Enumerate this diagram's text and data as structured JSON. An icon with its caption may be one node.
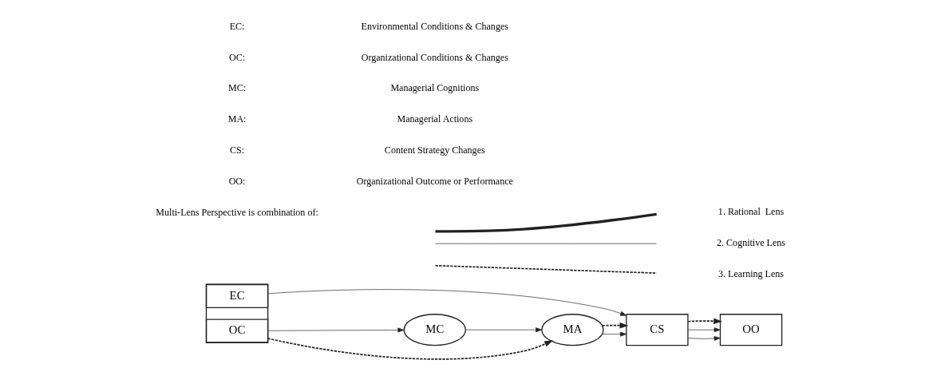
{
  "diagram": {
    "nodes": [
      {
        "text": [],
        "shape": "box"
      },
      {
        "text": [
          "EC"
        ],
        "in": 0
      },
      {
        "text": [
          "OC"
        ],
        "in": 0
      },
      {
        "text": [
          "MC"
        ]
      },
      {
        "text": [
          "MA"
        ]
      },
      {
        "text": [
          "CS"
        ]
      },
      {
        "text": [
          "OO"
        ]
      }
    ],
    "edges": [
      {
        "from": 1,
        "to": 5,
        "arrow": "to"
      },
      {
        "from": 0,
        "to": 3,
        "arrow": "to"
      },
      {
        "from": 3,
        "to": 4,
        "arrow": "to"
      },
      {
        "from": 2,
        "to": 4,
        "arrow": "to",
        "style": "dashed"
      },
      {
        "from": 4,
        "to": 5,
        "arrow": "to"
      },
      {
        "from": 4,
        "to": 5,
        "arrow": "to",
        "style": "dashed"
      },
      {
        "from": 5,
        "to": 6,
        "arrow": "to"
      },
      {
        "from": 5,
        "to": 6,
        "arrow": "to"
      },
      {
        "from": 5,
        "to": 6,
        "arrow": "to",
        "style": "dashed"
      }
    ],
    "labels": [
      "EC:",
      "Environmental Conditions & Changes",
      "OC:",
      "Organizational Conditions & Changes",
      "MC:",
      "Managerial Cognitions",
      "MA:",
      "Managerial Actions",
      "CS:",
      "Content Strategy Changes",
      "OO:",
      "Organizational Outcome or Performance",
      "Multi-Lens Perspective is combination of:"
    ],
    "legend": [
      {
        "text": "1. Rational  Lens"
      },
      {
        "text": "2. Cognitive Lens"
      },
      {
        "text": "3. Learning Lens"
      }
    ]
  }
}
